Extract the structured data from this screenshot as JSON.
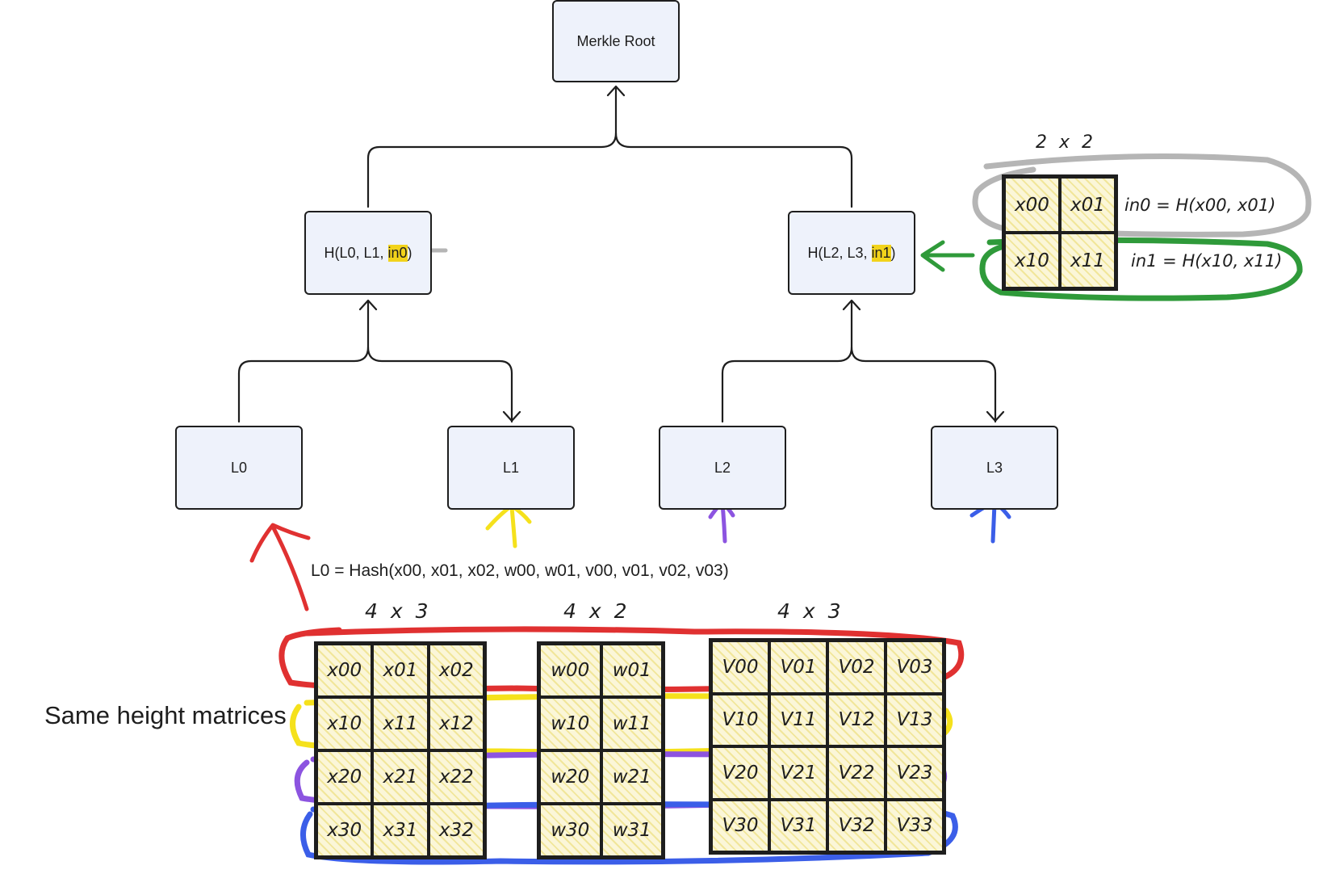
{
  "tree": {
    "root": "Merkle Root",
    "left_internal": {
      "prefix": "H(L0, L1, ",
      "highlight": "in0",
      "suffix": ")"
    },
    "right_internal": {
      "prefix": "H(L2, L3, ",
      "highlight": "in1",
      "suffix": ")"
    },
    "leaves": [
      "L0",
      "L1",
      "L2",
      "L3"
    ]
  },
  "leaf_formula": "L0 = Hash(x00, x01, x02, w00, w01, v00, v01, v02, v03)",
  "side_label": "Same height matrices",
  "matrices": [
    {
      "dim": "4 x 3",
      "cells": [
        [
          "x00",
          "x01",
          "x02"
        ],
        [
          "x10",
          "x11",
          "x12"
        ],
        [
          "x20",
          "x21",
          "x22"
        ],
        [
          "x30",
          "x31",
          "x32"
        ]
      ]
    },
    {
      "dim": "4 x 2",
      "cells": [
        [
          "w00",
          "w01"
        ],
        [
          "w10",
          "w11"
        ],
        [
          "w20",
          "w21"
        ],
        [
          "w30",
          "w31"
        ]
      ]
    },
    {
      "dim": "4 x 3",
      "cells": [
        [
          "V00",
          "V01",
          "V02",
          "V03"
        ],
        [
          "V10",
          "V11",
          "V12",
          "V13"
        ],
        [
          "V20",
          "V21",
          "V22",
          "V23"
        ],
        [
          "V30",
          "V31",
          "V32",
          "V33"
        ]
      ]
    }
  ],
  "small_matrix": {
    "dim": "2 x 2",
    "cells": [
      [
        "x00",
        "x01"
      ],
      [
        "x10",
        "x11"
      ]
    ],
    "equations": [
      "in0 = H(x00, x01)",
      "in1 = H(x10, x11)"
    ]
  },
  "colors": {
    "row0": "#e03131",
    "row1": "#f5e11c",
    "row2": "#8c54e0",
    "row3": "#3b5ee8",
    "in0": "#b5b5b5",
    "in1": "#2f9a3a",
    "highlight": "#f2d31b",
    "node_fill": "#eef2fb"
  }
}
